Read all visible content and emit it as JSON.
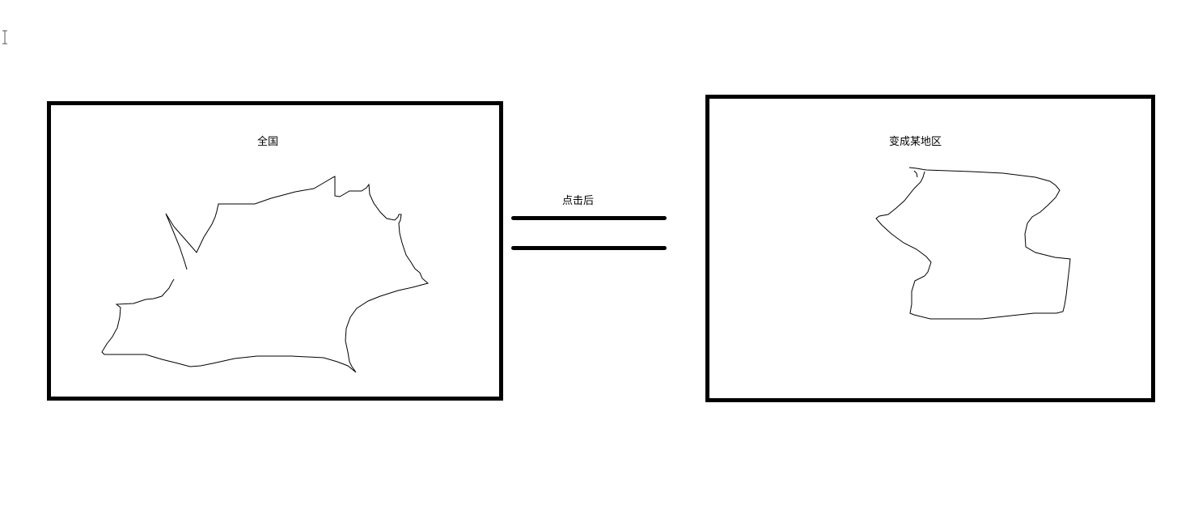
{
  "left_panel": {
    "label": "全国"
  },
  "right_panel": {
    "label": "变成某地区"
  },
  "transition": {
    "label": "点击后"
  },
  "colors": {
    "stroke": "#000000",
    "background": "#ffffff"
  },
  "icons": {
    "cursor": "text-cursor-icon"
  }
}
